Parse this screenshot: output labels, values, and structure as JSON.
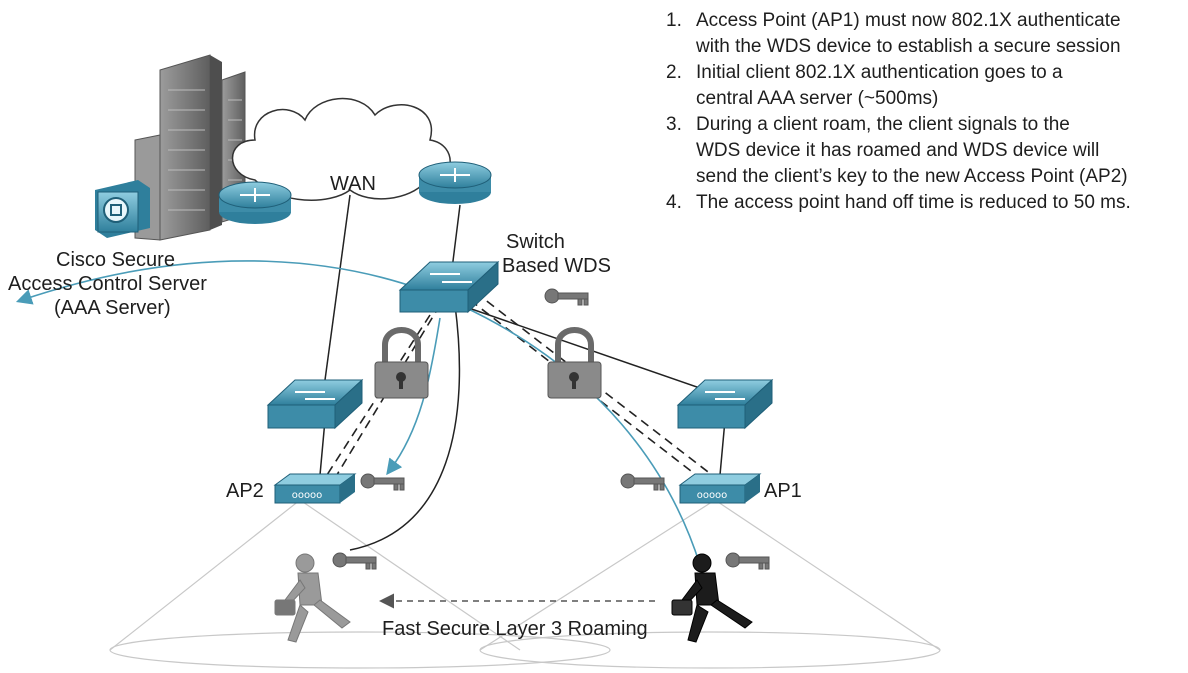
{
  "steps": [
    {
      "num": "1.",
      "lines": [
        "Access Point (AP1) must now 802.1X authenticate",
        "with the WDS device to establish a secure session"
      ]
    },
    {
      "num": "2.",
      "lines": [
        "Initial client 802.1X authentication goes to a",
        "central AAA server (~500ms)"
      ]
    },
    {
      "num": "3.",
      "lines": [
        "During a client roam, the client signals to the",
        "WDS device it has roamed and WDS device will",
        "send the client’s key to the new Access Point (AP2)"
      ]
    },
    {
      "num": "4.",
      "lines": [
        "The access point hand off time is reduced to 50 ms."
      ]
    }
  ],
  "labels": {
    "wan": "WAN",
    "switch_wds_line1": "Switch",
    "switch_wds_line2": "Based WDS",
    "acs_line1": "Cisco Secure",
    "acs_line2": "Access Control Server",
    "acs_line3": "(AAA Server)",
    "ap2": "AP2",
    "ap1": "AP1",
    "roaming": "Fast Secure Layer 3 Roaming"
  },
  "colors": {
    "device_teal": "#3d8ca8",
    "device_teal_light": "#7fc0d6",
    "roam_path": "#4a9cb8",
    "lock_gray": "#8a8a8a",
    "building_gray": "#7a7a7a"
  },
  "icons": [
    "building-icon",
    "acs-server-icon",
    "router-icon",
    "wds-switch-icon",
    "switch-icon",
    "access-point-icon",
    "padlock-icon",
    "key-icon",
    "roaming-user-icon"
  ]
}
